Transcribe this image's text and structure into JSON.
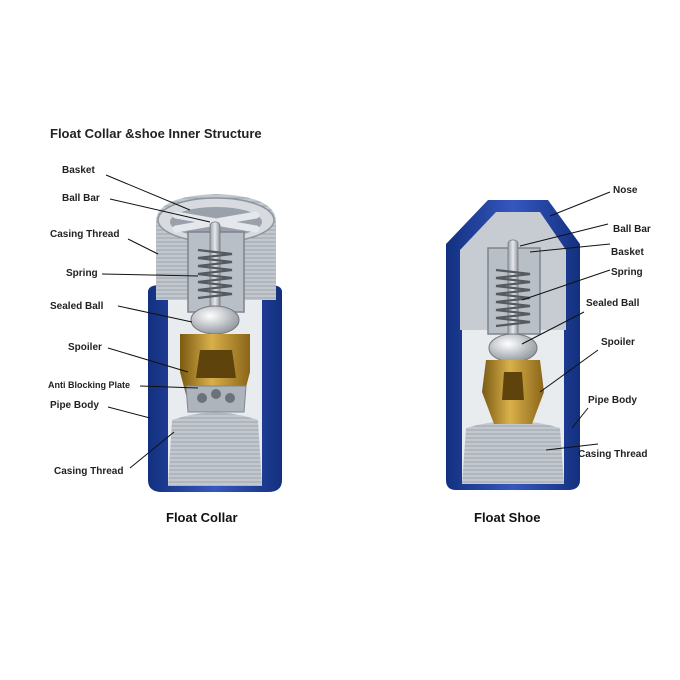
{
  "title": "Float Collar &shoe Inner Structure",
  "float_collar": {
    "caption": "Float Collar",
    "labels": {
      "basket": "Basket",
      "ball_bar": "Ball Bar",
      "casing_thread_top": "Casing Thread",
      "spring": "Spring",
      "sealed_ball": "Sealed Ball",
      "spoiler": "Spoiler",
      "anti_blocking_plate": "Anti Blocking Plate",
      "pipe_body": "Pipe Body",
      "casing_thread_bottom": "Casing Thread"
    }
  },
  "float_shoe": {
    "caption": "Float Shoe",
    "labels": {
      "nose": "Nose",
      "ball_bar": "Ball Bar",
      "basket": "Basket",
      "spring": "Spring",
      "sealed_ball": "Sealed Ball",
      "spoiler": "Spoiler",
      "pipe_body": "Pipe Body",
      "casing_thread": "Casing Thread"
    }
  },
  "colors": {
    "pipe_body": "#1f3f9a",
    "steel": "#c7ccd3",
    "brass": "#b8902e",
    "spring": "#555a60",
    "leader": "#111111"
  }
}
